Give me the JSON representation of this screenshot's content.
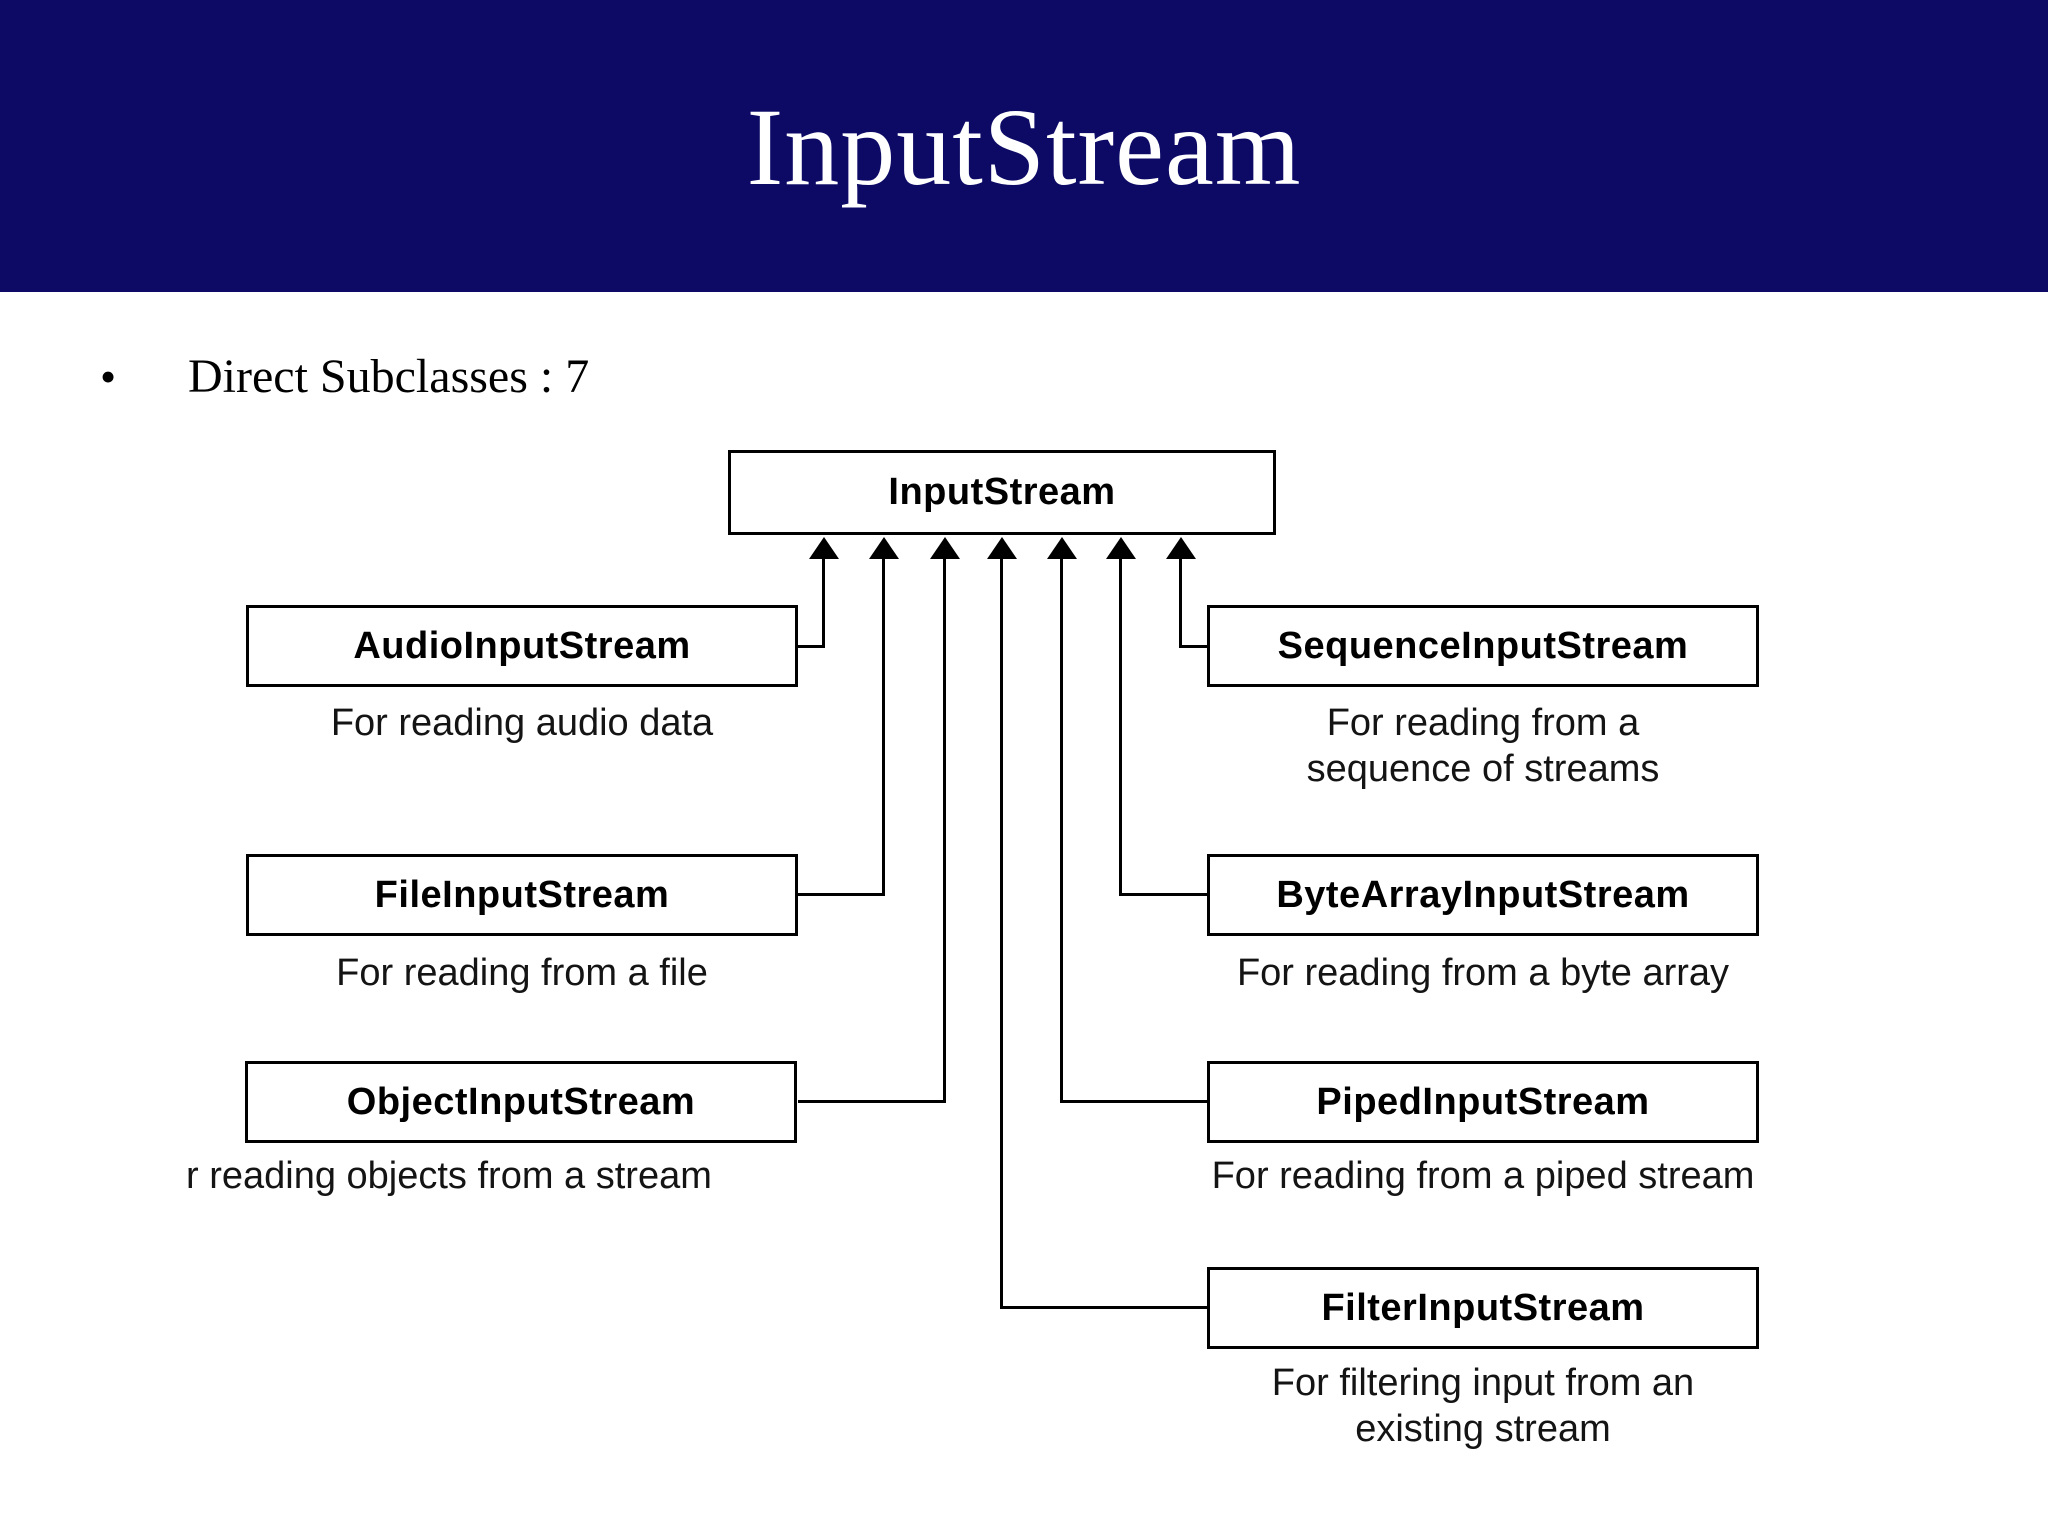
{
  "slide": {
    "title": "InputStream"
  },
  "bullet": {
    "marker": "•",
    "text": "Direct Subclasses : 7"
  },
  "diagram": {
    "root_label": "InputStream",
    "nodes": [
      {
        "id": "audio",
        "label": "AudioInputStream",
        "caption": "For reading audio data"
      },
      {
        "id": "file",
        "label": "FileInputStream",
        "caption": "For reading from a file"
      },
      {
        "id": "object",
        "label": "ObjectInputStream",
        "caption": "r reading objects from a stream"
      },
      {
        "id": "sequence",
        "label": "SequenceInputStream",
        "caption": "For reading from a\nsequence of streams"
      },
      {
        "id": "bytearray",
        "label": "ByteArrayInputStream",
        "caption": "For reading from a byte array"
      },
      {
        "id": "piped",
        "label": "PipedInputStream",
        "caption": "For reading from a piped stream"
      },
      {
        "id": "filter",
        "label": "FilterInputStream",
        "caption": "For filtering input from an\nexisting stream"
      }
    ]
  },
  "colors": {
    "header_bg": "#0d0a66",
    "title_text": "#ffffff",
    "line": "#000000",
    "background": "#ffffff"
  }
}
